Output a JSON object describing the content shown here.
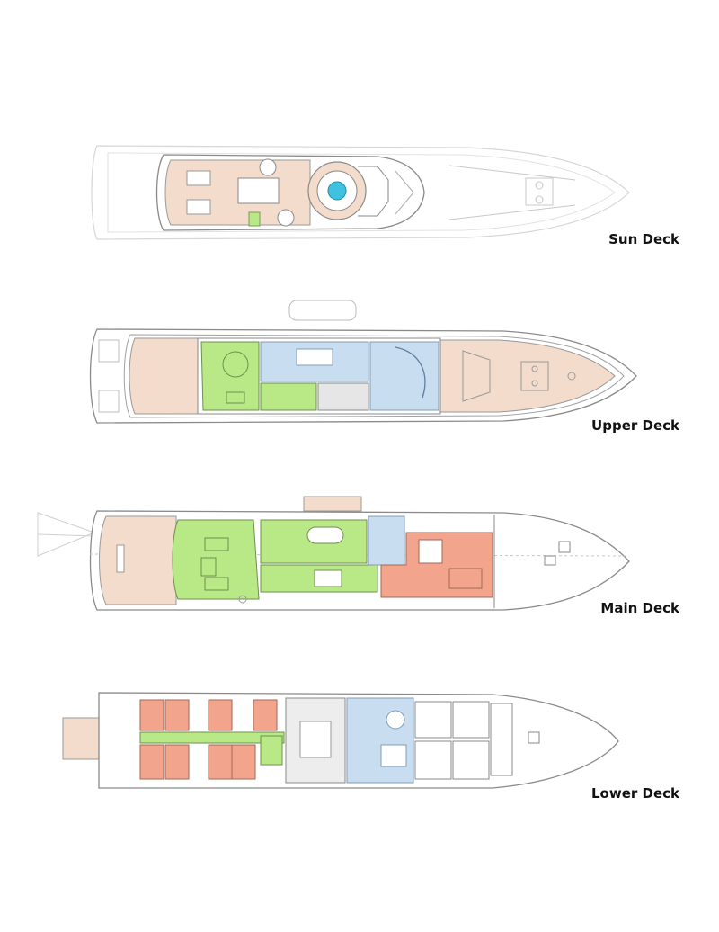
{
  "decks": [
    {
      "key": "sun",
      "label": "Sun Deck"
    },
    {
      "key": "upper",
      "label": "Upper Deck"
    },
    {
      "key": "main",
      "label": "Main Deck"
    },
    {
      "key": "lower",
      "label": "Lower Deck"
    }
  ],
  "colors": {
    "outline": "#9a9a9a",
    "outline_light": "#c8c8c8",
    "deck_wood": "#f3dccb",
    "guest_green": "#b8e986",
    "owner_salmon": "#f2a48c",
    "crew_blue": "#c9ddf0",
    "service_grey": "#e6e6e6",
    "pool_cyan": "#3fc1e0",
    "label_text": "#111111"
  }
}
